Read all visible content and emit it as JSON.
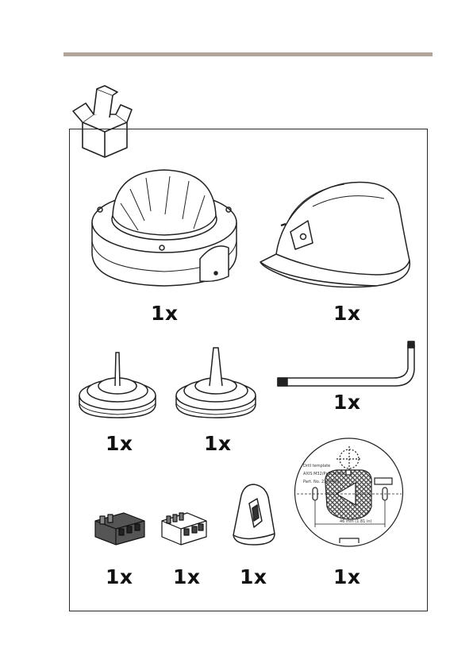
{
  "items": [
    {
      "name": "dome camera",
      "quantity": "1x"
    },
    {
      "name": "weather shield",
      "quantity": "1x"
    },
    {
      "name": "cable gasket small",
      "quantity": "1x"
    },
    {
      "name": "cable gasket large",
      "quantity": "1x"
    },
    {
      "name": "torx key",
      "quantity": "1x"
    },
    {
      "name": "terminal block connector 6-pin",
      "quantity": "1x"
    },
    {
      "name": "terminal block connector 4-pin",
      "quantity": "1x"
    },
    {
      "name": "tool bit",
      "quantity": "1x"
    },
    {
      "name": "drill template",
      "quantity": "1x"
    }
  ],
  "drill_template": {
    "line1": "Drill template",
    "line2": "AXIS M32/Px3 Series",
    "line3": "Part. No. 2317492",
    "dimension": "46 mm (1.81 in)"
  },
  "colors": {
    "rule": "#b1a49a",
    "line": "#2a2a2a",
    "hatch": "#9a9a9a"
  }
}
